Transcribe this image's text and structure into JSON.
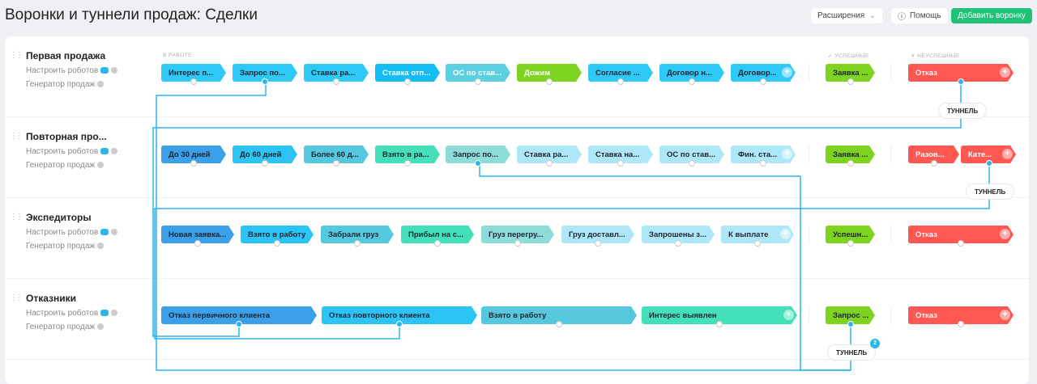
{
  "header": {
    "title": "Воронки и туннели продаж: Сделки",
    "extensions_label": "Расширения",
    "help_label": "Помощь",
    "add_funnel_label": "Добавить воронку"
  },
  "columns": {
    "in_work": "В РАБОТЕ",
    "success": "✓ УСПЕШНЫЕ",
    "fail": "✕ НЕУСПЕШНЫЕ"
  },
  "colors": {
    "blue_dark": "#3ba0e8",
    "blue": "#2bc4f4",
    "teal": "#55c8de",
    "mint": "#43e0b9",
    "pale_teal": "#8edcd8",
    "pale_blue": "#aee8f8",
    "green": "#7ed321",
    "red": "#ff5752",
    "add_button": "#1fc277",
    "tunnel_line": "#2bb5e8"
  },
  "funnels": [
    {
      "name": "Первая продажа",
      "robots_label": "Настроить роботов",
      "generator_label": "Генератор продаж",
      "stages": [
        {
          "label": "Интерес п...",
          "color": "#2ec9f7"
        },
        {
          "label": "Запрос по...",
          "color": "#2ec9f7"
        },
        {
          "label": "Ставка ра...",
          "color": "#2ec9f7"
        },
        {
          "label": "Ставка отп...",
          "color": "#13bdf3",
          "white": true
        },
        {
          "label": "ОС по став...",
          "color": "#5ccfe0",
          "white": true
        },
        {
          "label": "Дожим",
          "color": "#7ed321",
          "white": true
        },
        {
          "label": "Согласие ...",
          "color": "#2ec9f7"
        },
        {
          "label": "Договор н...",
          "color": "#2ec9f7"
        },
        {
          "label": "Договор...",
          "color": "#2ec9f7"
        }
      ],
      "success": [
        {
          "label": "Заявка ..."
        }
      ],
      "fail": [
        {
          "label": "Отказ"
        }
      ]
    },
    {
      "name": "Повторная про...",
      "robots_label": "Настроить роботов",
      "generator_label": "Генератор продаж",
      "stages": [
        {
          "label": "До 30 дней",
          "color": "#3ba0e8"
        },
        {
          "label": "До 60 дней",
          "color": "#2bc4f4"
        },
        {
          "label": "Более 60 д...",
          "color": "#55c8de"
        },
        {
          "label": "Взято в ра...",
          "color": "#43e0b9"
        },
        {
          "label": "Запрос по...",
          "color": "#8edcd8"
        },
        {
          "label": "Ставка ра...",
          "color": "#aee8f8"
        },
        {
          "label": "Ставка на...",
          "color": "#aee8f8"
        },
        {
          "label": "ОС по став...",
          "color": "#aee8f8"
        },
        {
          "label": "Фин. ста...",
          "color": "#aee8f8"
        }
      ],
      "success": [
        {
          "label": "Заявка ..."
        }
      ],
      "fail": [
        {
          "label": "Разов..."
        },
        {
          "label": "Кате..."
        }
      ]
    },
    {
      "name": "Экспедиторы",
      "robots_label": "Настроить роботов",
      "generator_label": "Генератор продаж",
      "stages": [
        {
          "label": "Новая заявка...",
          "color": "#3ba0e8"
        },
        {
          "label": "Взято в работу",
          "color": "#2bc4f4"
        },
        {
          "label": "Забрали груз",
          "color": "#55c8de"
        },
        {
          "label": "Прибыл на с...",
          "color": "#43e0b9"
        },
        {
          "label": "Груз перегру...",
          "color": "#8edcd8"
        },
        {
          "label": "Груз доставл...",
          "color": "#aee8f8"
        },
        {
          "label": "Запрошены з...",
          "color": "#aee8f8"
        },
        {
          "label": "К выплате",
          "color": "#aee8f8"
        }
      ],
      "success": [
        {
          "label": "Успешн..."
        }
      ],
      "fail": [
        {
          "label": "Отказ"
        }
      ]
    },
    {
      "name": "Отказники",
      "robots_label": "Настроить роботов",
      "generator_label": "Генератор продаж",
      "stages": [
        {
          "label": "Отказ первичного клиента",
          "color": "#3ba0e8"
        },
        {
          "label": "Отказ повторного клиента",
          "color": "#2bc4f4"
        },
        {
          "label": "Взято в работу",
          "color": "#55c8de"
        },
        {
          "label": "Интерес выявлен",
          "color": "#43e0b9"
        }
      ],
      "success": [
        {
          "label": "Запрос ..."
        }
      ],
      "fail": [
        {
          "label": "Отказ"
        }
      ]
    }
  ],
  "tunnels": [
    {
      "label": "ТУННЕЛЬ"
    },
    {
      "label": "ТУННЕЛЬ"
    },
    {
      "label": "ТУННЕЛЬ",
      "count": "2"
    }
  ]
}
